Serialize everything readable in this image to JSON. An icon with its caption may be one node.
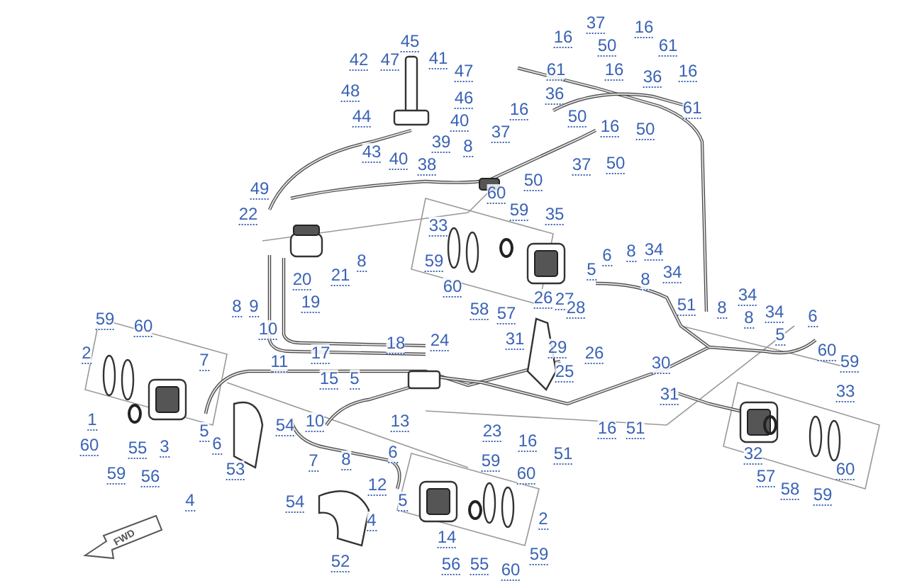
{
  "diagram": {
    "labels": [
      "37",
      "16",
      "16",
      "45",
      "50",
      "61",
      "42",
      "47",
      "41",
      "61",
      "16",
      "47",
      "16",
      "36",
      "48",
      "36",
      "46",
      "61",
      "16",
      "44",
      "50",
      "40",
      "16",
      "50",
      "37",
      "39",
      "8",
      "43",
      "40",
      "38",
      "37",
      "50",
      "50",
      "49",
      "60",
      "59",
      "22",
      "35",
      "33",
      "8",
      "34",
      "6",
      "8",
      "59",
      "5",
      "34",
      "21",
      "20",
      "8",
      "60",
      "26",
      "27",
      "34",
      "19",
      "51",
      "8",
      "9",
      "28",
      "8",
      "58",
      "57",
      "34",
      "6",
      "8",
      "59",
      "60",
      "10",
      "5",
      "31",
      "24",
      "18",
      "29",
      "60",
      "2",
      "17",
      "26",
      "7",
      "11",
      "59",
      "30",
      "25",
      "15",
      "5",
      "33",
      "31",
      "1",
      "10",
      "13",
      "54",
      "16",
      "51",
      "5",
      "23",
      "16",
      "6",
      "60",
      "3",
      "55",
      "6",
      "51",
      "32",
      "8",
      "7",
      "59",
      "53",
      "60",
      "59",
      "60",
      "56",
      "57",
      "12",
      "58",
      "59",
      "4",
      "5",
      "54",
      "2",
      "4",
      "14",
      "59",
      "52",
      "56",
      "55",
      "60",
      "FWD"
    ]
  }
}
